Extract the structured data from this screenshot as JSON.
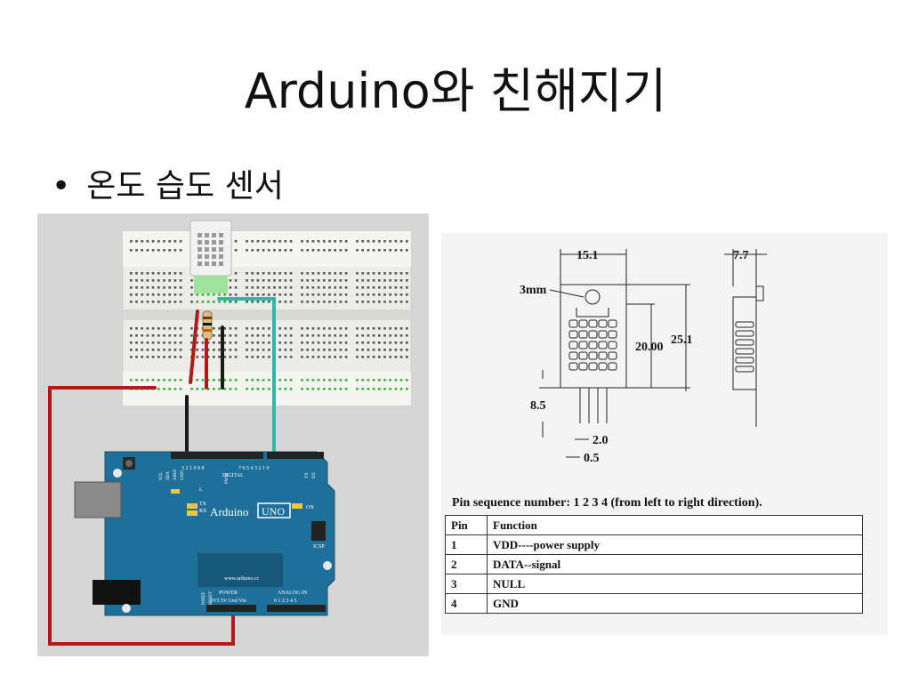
{
  "slide": {
    "title": "Arduino와 친해지기",
    "bullet": "온도 습도 센서"
  },
  "circuit": {
    "arduino_brand": "Arduino",
    "arduino_model": "UNO",
    "labels": {
      "digital": "DIGITAL",
      "pwm": "PWM",
      "tx": "TX",
      "rx": "RX",
      "l": "L",
      "on": "ON",
      "icsp": "ICSP",
      "url": "www.arduino.cc",
      "power": "POWER",
      "analog_in": "ANALOG IN",
      "power_pins": "3V3 5V Gnd Vin",
      "analog_pins": "0 1 2 3 4 5",
      "scl": "SCL",
      "sda": "SDA",
      "aref": "AREF",
      "gnd": "GND",
      "ioref": "IOREF",
      "reset": "RESET",
      "digital_pins": "7 6 5 4 3 2 1 0",
      "digital_pins_hi": "3 2 1 0 9 8",
      "tx_pin": "TX",
      "rx_pin": "RX"
    },
    "wire_colors": {
      "red": "#b01a1a",
      "black": "#1a1a1a",
      "teal": "#35b5a6"
    }
  },
  "datasheet": {
    "dims": {
      "width": "15.1",
      "depth": "7.7",
      "hole": "3mm",
      "body_height": "20.00",
      "total_height": "25.1",
      "pin_length": "8.5",
      "pin_pitch": "2.0",
      "pin_width": "0.5"
    },
    "pin_sequence": "Pin sequence number:    1 2 3 4 (from left to right direction).",
    "table": {
      "headers": [
        "Pin",
        "Function"
      ],
      "rows": [
        [
          "1",
          "VDD----power supply"
        ],
        [
          "2",
          "DATA--signal"
        ],
        [
          "3",
          "NULL"
        ],
        [
          "4",
          "GND"
        ]
      ]
    }
  }
}
